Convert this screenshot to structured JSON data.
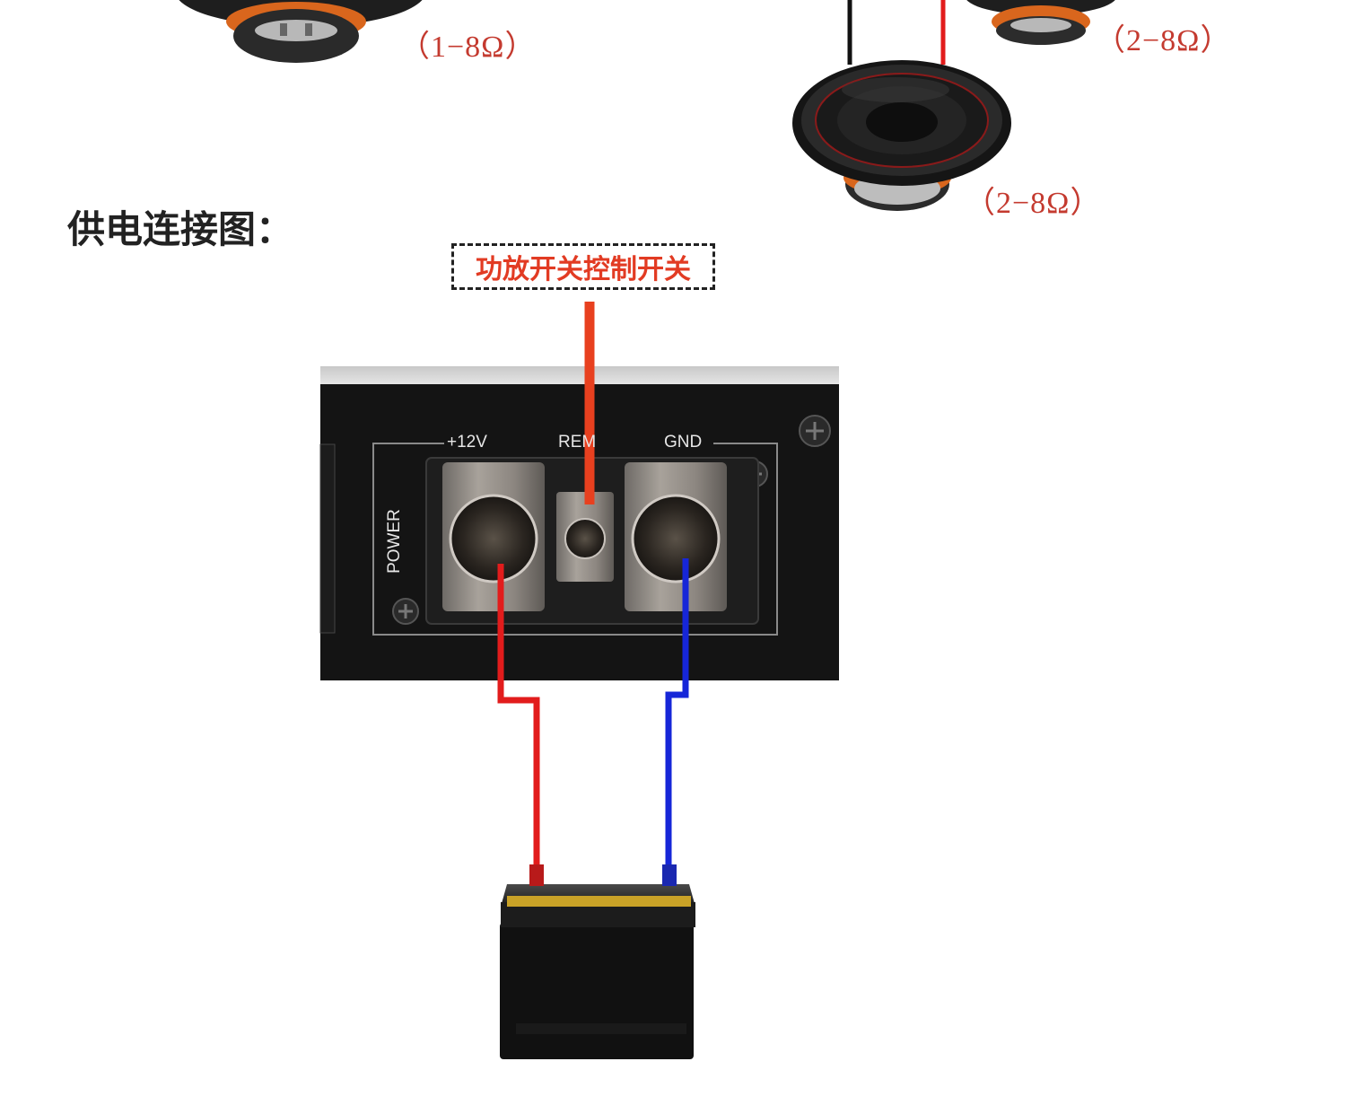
{
  "speakers": [
    {
      "id": "speaker-top-left",
      "impedance": "（1−8Ω）"
    },
    {
      "id": "speaker-top-right",
      "impedance": "（2−8Ω）"
    },
    {
      "id": "speaker-middle-right",
      "impedance": "（2−8Ω）"
    }
  ],
  "section": {
    "title": "供电连接图："
  },
  "callout": {
    "label": "功放开关控制开关"
  },
  "amplifier": {
    "terminals": {
      "plus12v": "+12V",
      "rem": "REM",
      "gnd": "GND"
    },
    "power_label": "POWER"
  },
  "colors": {
    "positive_wire": "#e21c1c",
    "ground_wire": "#1626d8",
    "remote_wire": "#e8401f",
    "amp_body": "#141414"
  }
}
